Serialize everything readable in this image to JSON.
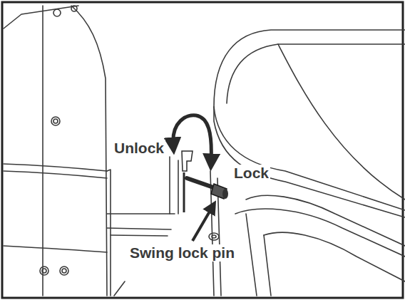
{
  "diagram": {
    "labels": [
      "Unlock",
      "Lock",
      "Swing lock pin"
    ]
  }
}
